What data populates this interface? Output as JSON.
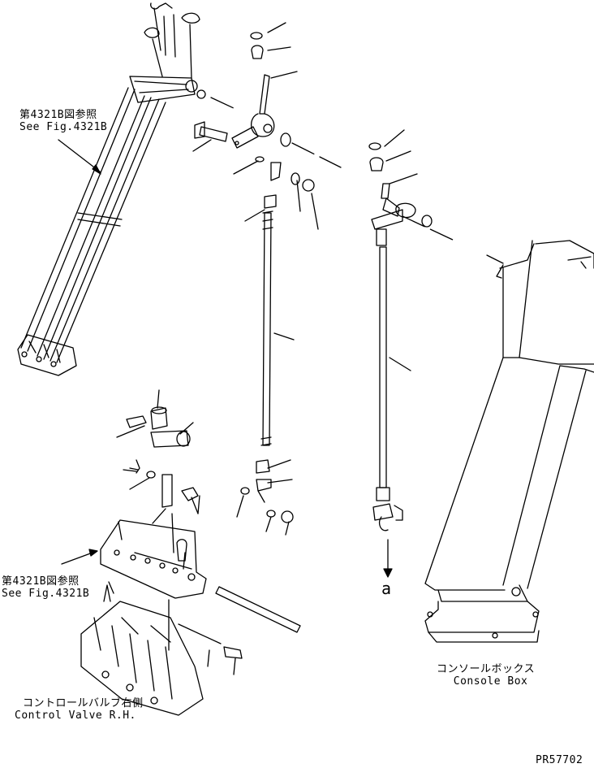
{
  "references": {
    "top_left": {
      "jp": "第4321B図参照",
      "en": "See Fig.4321B"
    },
    "mid_left": {
      "jp": "第4321B図参照",
      "en": "See Fig.4321B"
    }
  },
  "labels": {
    "console_box": {
      "jp": "コンソールボックス",
      "en": "Console Box"
    },
    "control_valve": {
      "jp": "コントロールバルブ右側",
      "en": "Control Valve R.H."
    }
  },
  "callout_letter": "a",
  "drawing_number": "PR57702"
}
